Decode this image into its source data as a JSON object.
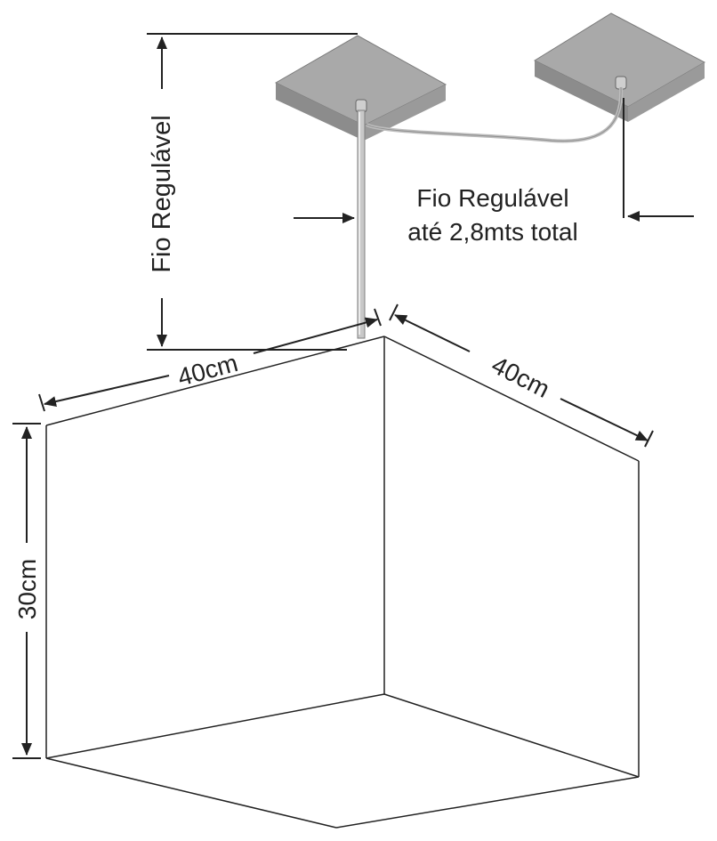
{
  "labels": {
    "vertical_cable": "Fio Regulável",
    "horizontal_cable_line1": "Fio Regulável",
    "horizontal_cable_line2": "até 2,8mts total",
    "width_front": "40cm",
    "width_side": "40cm",
    "height": "30cm"
  },
  "colors": {
    "dimension_line": "#222222",
    "canopy_top": "#a9a9a9",
    "canopy_side": "#8c8c8c",
    "cable": "#bdbdbd",
    "cube_edge": "#222222",
    "background": "#ffffff"
  },
  "icons": {
    "dimension_arrow": "arrowhead"
  }
}
